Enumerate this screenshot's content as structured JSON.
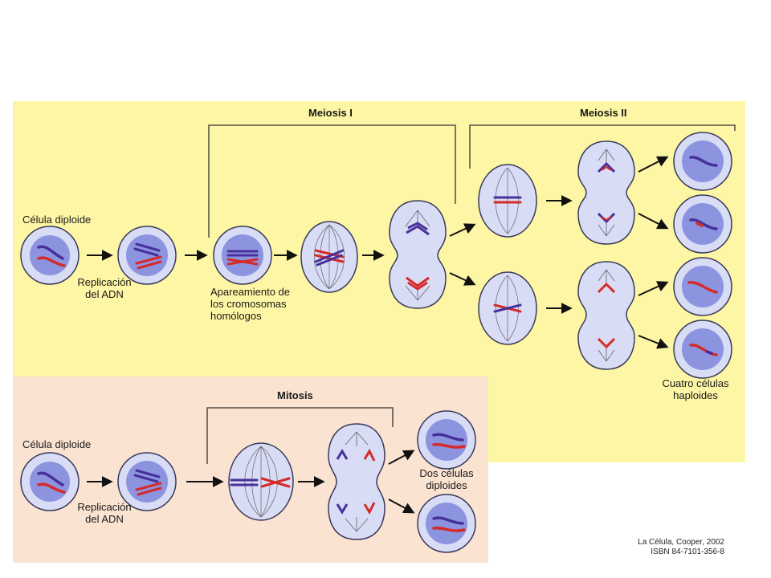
{
  "meiosis": {
    "stage1_title": "Meiosis I",
    "stage2_title": "Meiosis II",
    "label_diploid": "Célula diploide",
    "label_replication_1": "Replicación",
    "label_replication_2": "del ADN",
    "label_pairing_1": "Apareamiento de",
    "label_pairing_2": "los cromosomas",
    "label_pairing_3": "homólogos",
    "label_result_1": "Cuatro células",
    "label_result_2": "haploides"
  },
  "mitosis": {
    "title": "Mitosis",
    "label_diploid": "Célula diploide",
    "label_replication_1": "Replicación",
    "label_replication_2": "del ADN",
    "label_result_1": "Dos células",
    "label_result_2": "diploides"
  },
  "citation": {
    "line1": "La Célula, Cooper, 2002",
    "line2": "ISBN 84-7101-356-8"
  },
  "colors": {
    "meiosis_panel": "#fdf6a4",
    "mitosis_panel": "#fbe3d1",
    "cell_fill": "#d8dcf5",
    "cell_border": "#3a3a5a",
    "nucleus_fill": "#8d94df",
    "chromosome_maternal": "#d42b2b",
    "chromosome_paternal": "#47309a",
    "arrow": "#111111"
  }
}
